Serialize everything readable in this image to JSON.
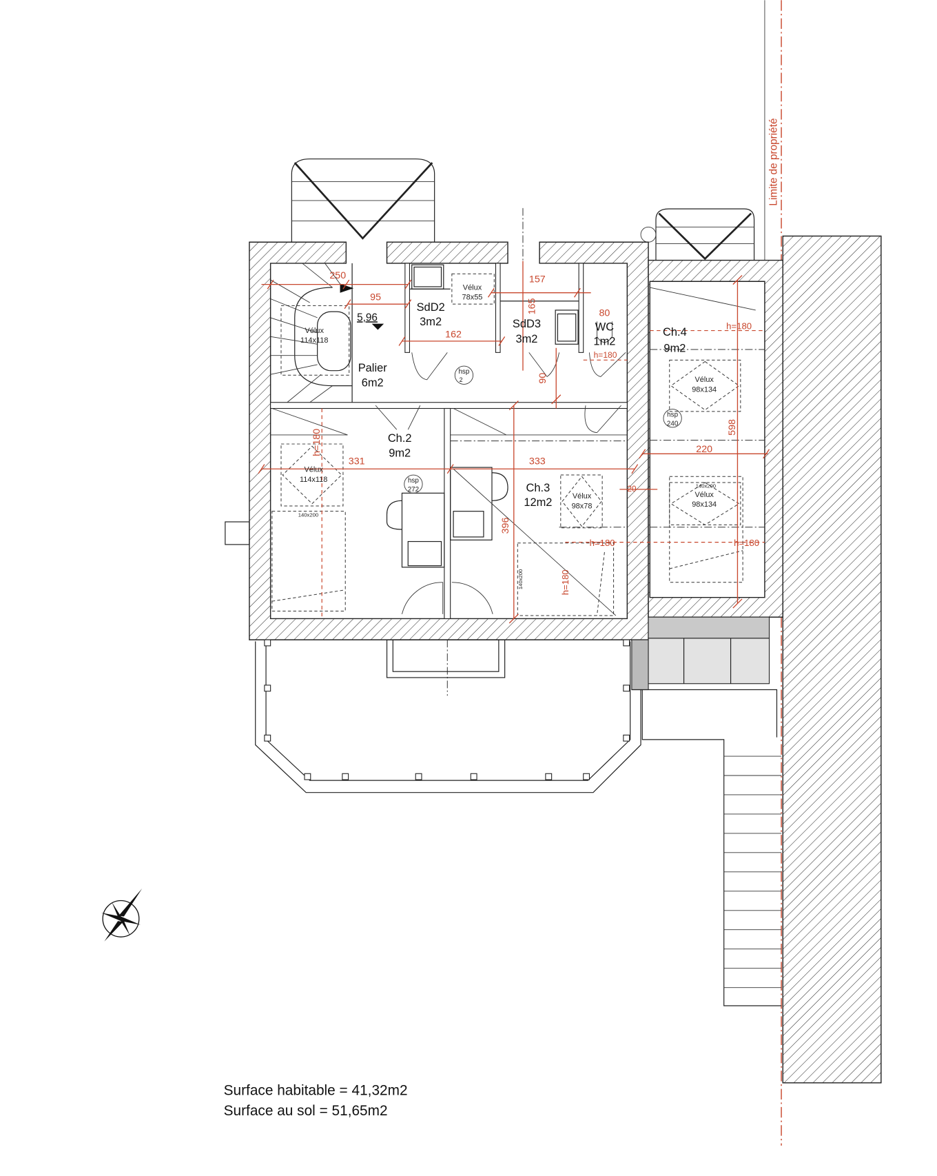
{
  "property_line": "Limite de propriété",
  "colors": {
    "dimension": "#c8462c",
    "wall": "#222222",
    "terrace": "#d6d6d6"
  },
  "rooms": {
    "palier": {
      "name": "Palier",
      "area": "6m2"
    },
    "sdd2": {
      "name": "SdD2",
      "area": "3m2"
    },
    "sdd3": {
      "name": "SdD3",
      "area": "3m2"
    },
    "wc": {
      "name": "WC",
      "area": "1m2"
    },
    "ch2": {
      "name": "Ch.2",
      "area": "9m2"
    },
    "ch3": {
      "name": "Ch.3",
      "area": "12m2"
    },
    "ch4": {
      "name": "Ch.4",
      "area": "9m2"
    }
  },
  "level_mark": "5,96",
  "velux": {
    "label": "Vélux",
    "stair": "114x118",
    "sdd2": "78x55",
    "ch2": "114x118",
    "ch3": "98x78",
    "ch4_top": "98x134",
    "ch4_bottom": "98x134"
  },
  "hsp": {
    "label": "hsp",
    "palier": "2",
    "ch2": "272",
    "ch4": "240"
  },
  "bed_size": "140x200",
  "dimensions": {
    "d250": "250",
    "d95": "95",
    "d162": "162",
    "d157": "157",
    "d165": "165",
    "d80": "80",
    "d90": "90",
    "d331": "331",
    "d333": "333",
    "d396": "396",
    "d598": "598",
    "d220": "220",
    "d20": "20",
    "h180": "h=180"
  },
  "summary": {
    "habitable": "Surface habitable = 41,32m2",
    "sol": "Surface au sol = 51,65m2"
  }
}
